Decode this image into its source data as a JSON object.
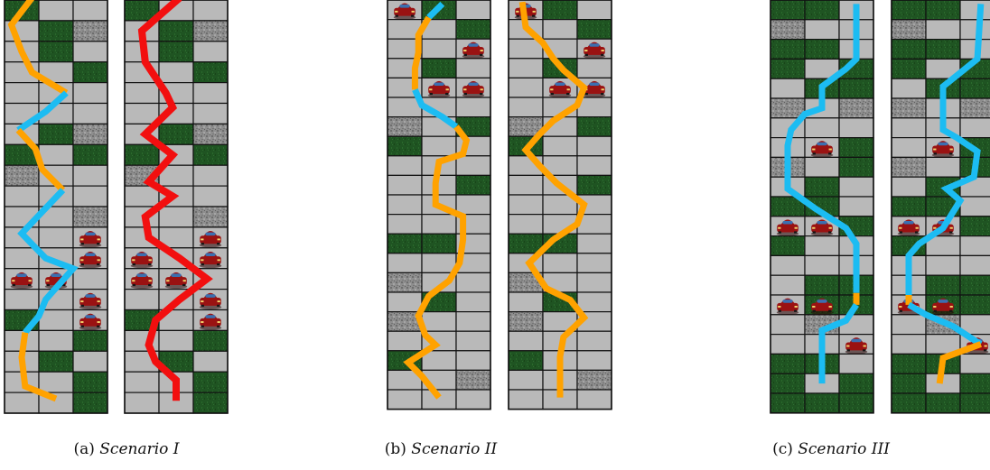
{
  "colors": {
    "road": "#b9b9b9",
    "grass": "#1e5220",
    "gravel": "#8a8a8a",
    "cell_border": "#111111",
    "path_orange": "#ffa200",
    "path_blue": "#1cbcf2",
    "path_red": "#f20f0f",
    "car_body": "#9a1212",
    "car_window": "#3b6fb0"
  },
  "cell_legend": {
    "R": "road",
    "G": "grass",
    "X": "gravel"
  },
  "panels": [
    {
      "rows": [
        "GRR",
        "RGX",
        "RGR",
        "RRG",
        "RRR",
        "RRR",
        "RGX",
        "GRG",
        "XRR",
        "RRR",
        "RRX",
        "RRR",
        "RRR",
        "RRR",
        "RRR",
        "GRR",
        "RRG",
        "RGR",
        "RRG",
        "RRG"
      ],
      "cars": [
        [
          11,
          2
        ],
        [
          12,
          2
        ],
        [
          13,
          0
        ],
        [
          13,
          1
        ],
        [
          14,
          2
        ],
        [
          15,
          2
        ]
      ],
      "paths": [
        {
          "color": "orange",
          "points": [
            [
              0.8,
              -0.1
            ],
            [
              0.2,
              1.2
            ],
            [
              0.5,
              2.5
            ],
            [
              0.8,
              3.5
            ],
            [
              1.8,
              4.5
            ]
          ]
        },
        {
          "color": "blue",
          "points": [
            [
              1.8,
              4.5
            ],
            [
              1.2,
              5.4
            ],
            [
              0.4,
              6.3
            ]
          ]
        },
        {
          "color": "orange",
          "points": [
            [
              0.4,
              6.3
            ],
            [
              0.9,
              7.2
            ],
            [
              1.1,
              8.2
            ],
            [
              1.7,
              9.2
            ]
          ]
        },
        {
          "color": "blue",
          "points": [
            [
              1.7,
              9.2
            ],
            [
              0.5,
              11.3
            ],
            [
              1.2,
              12.5
            ],
            [
              2.0,
              13.0
            ],
            [
              1.2,
              14.5
            ],
            [
              1.0,
              15.3
            ],
            [
              0.6,
              16.1
            ]
          ]
        },
        {
          "color": "orange",
          "points": [
            [
              0.6,
              16.1
            ],
            [
              0.5,
              17.3
            ],
            [
              0.6,
              18.7
            ],
            [
              1.5,
              19.3
            ]
          ]
        }
      ]
    },
    {
      "rows": [
        "GRR",
        "RGX",
        "RGR",
        "RRG",
        "RRR",
        "RRR",
        "RGX",
        "GRG",
        "XRR",
        "RRR",
        "RRX",
        "RRR",
        "RRR",
        "RRR",
        "RRR",
        "GRR",
        "RRG",
        "RGR",
        "RRG",
        "RRG"
      ],
      "cars": [
        [
          11,
          2
        ],
        [
          12,
          0
        ],
        [
          12,
          2
        ],
        [
          13,
          0
        ],
        [
          13,
          1
        ],
        [
          14,
          2
        ],
        [
          15,
          2
        ]
      ],
      "paths": [
        {
          "color": "red",
          "points": [
            [
              1.6,
              -0.1
            ],
            [
              0.5,
              1.5
            ],
            [
              0.6,
              3.0
            ],
            [
              1.2,
              4.5
            ],
            [
              1.4,
              5.2
            ],
            [
              0.6,
              6.5
            ],
            [
              1.4,
              7.5
            ],
            [
              0.7,
              8.8
            ],
            [
              1.4,
              9.5
            ],
            [
              0.6,
              10.5
            ],
            [
              0.7,
              11.5
            ],
            [
              1.6,
              12.5
            ],
            [
              2.4,
              13.5
            ],
            [
              1.6,
              14.5
            ],
            [
              0.9,
              15.5
            ],
            [
              0.7,
              16.7
            ],
            [
              0.9,
              17.5
            ],
            [
              1.5,
              18.4
            ],
            [
              1.5,
              19.4
            ]
          ]
        }
      ]
    },
    {
      "rows": [
        "RGR",
        "RRG",
        "RRR",
        "RGR",
        "RRR",
        "RRR",
        "XRG",
        "GRR",
        "RRR",
        "RRG",
        "RRR",
        "RRR",
        "GGR",
        "RRR",
        "XRR",
        "RGR",
        "XRR",
        "RRR",
        "GRR",
        "RRX",
        "RRR"
      ],
      "cars": [
        [
          0,
          0
        ],
        [
          2,
          2
        ],
        [
          4,
          1
        ],
        [
          4,
          2
        ]
      ],
      "paths": [
        {
          "color": "blue",
          "points": [
            [
              1.6,
              0.2
            ],
            [
              1.2,
              0.9
            ]
          ]
        },
        {
          "color": "orange",
          "points": [
            [
              1.2,
              0.9
            ],
            [
              0.9,
              1.8
            ],
            [
              0.9,
              2.7
            ],
            [
              0.8,
              3.5
            ],
            [
              0.8,
              4.6
            ]
          ]
        },
        {
          "color": "blue",
          "points": [
            [
              0.8,
              4.6
            ],
            [
              1.0,
              5.4
            ],
            [
              1.6,
              6.0
            ],
            [
              2.0,
              6.5
            ]
          ]
        },
        {
          "color": "orange",
          "points": [
            [
              2.0,
              6.5
            ],
            [
              2.3,
              7.2
            ],
            [
              2.2,
              7.9
            ],
            [
              1.5,
              8.3
            ],
            [
              1.4,
              9.4
            ],
            [
              1.4,
              10.5
            ],
            [
              2.2,
              11.1
            ],
            [
              2.2,
              12.3
            ],
            [
              2.1,
              13.5
            ],
            [
              1.8,
              14.4
            ],
            [
              1.2,
              15.2
            ],
            [
              0.9,
              16.2
            ],
            [
              1.1,
              17.2
            ],
            [
              1.4,
              17.7
            ],
            [
              0.6,
              18.6
            ],
            [
              1.0,
              19.3
            ],
            [
              1.5,
              20.4
            ]
          ]
        }
      ]
    },
    {
      "rows": [
        "RGR",
        "RRG",
        "RRR",
        "RGR",
        "RRR",
        "RRR",
        "XRG",
        "GRR",
        "RRR",
        "RRG",
        "RRR",
        "RRR",
        "GGR",
        "RRR",
        "XRR",
        "RGR",
        "XRR",
        "RRR",
        "GRR",
        "RRX",
        "RRR"
      ],
      "cars": [
        [
          0,
          0
        ],
        [
          2,
          2
        ],
        [
          4,
          1
        ],
        [
          4,
          2
        ]
      ],
      "paths": [
        {
          "color": "orange",
          "points": [
            [
              0.4,
              0.1
            ],
            [
              0.5,
              1.4
            ],
            [
              1.0,
              2.2
            ],
            [
              1.3,
              3.0
            ],
            [
              1.6,
              3.6
            ],
            [
              2.2,
              4.5
            ],
            [
              2.0,
              5.4
            ],
            [
              1.3,
              6.2
            ],
            [
              0.9,
              6.9
            ],
            [
              0.5,
              7.7
            ],
            [
              0.9,
              8.5
            ],
            [
              1.4,
              9.4
            ],
            [
              2.2,
              10.5
            ],
            [
              2.0,
              11.5
            ],
            [
              1.3,
              12.3
            ],
            [
              0.6,
              13.5
            ],
            [
              1.1,
              14.8
            ],
            [
              1.8,
              15.4
            ],
            [
              2.2,
              16.3
            ],
            [
              1.6,
              17.3
            ],
            [
              1.5,
              18.3
            ],
            [
              1.5,
              20.4
            ]
          ]
        }
      ]
    },
    {
      "rows": [
        "GGR",
        "XRR",
        "GGR",
        "GRG",
        "RGG",
        "XRX",
        "RRR",
        "RRG",
        "XRG",
        "RGR",
        "GGR",
        "RRG",
        "GRR",
        "RRR",
        "RGG",
        "RGG",
        "RXR",
        "RRR",
        "GGR",
        "GRG",
        "GGG"
      ],
      "cars": [
        [
          7,
          1
        ],
        [
          11,
          0
        ],
        [
          11,
          1
        ],
        [
          15,
          0
        ],
        [
          15,
          1
        ],
        [
          17,
          2
        ]
      ],
      "paths": [
        {
          "color": "blue",
          "points": [
            [
              2.5,
              0.2
            ],
            [
              2.5,
              3.0
            ],
            [
              2.2,
              3.5
            ],
            [
              1.5,
              4.4
            ],
            [
              1.5,
              5.5
            ],
            [
              1.0,
              5.8
            ],
            [
              0.6,
              6.6
            ],
            [
              0.5,
              7.4
            ],
            [
              0.5,
              9.6
            ],
            [
              1.3,
              10.6
            ],
            [
              2.2,
              11.6
            ],
            [
              2.5,
              12.4
            ],
            [
              2.5,
              14.9
            ]
          ]
        },
        {
          "color": "orange",
          "points": [
            [
              2.5,
              14.9
            ],
            [
              2.5,
              15.5
            ]
          ]
        },
        {
          "color": "blue",
          "points": [
            [
              2.5,
              15.5
            ],
            [
              2.2,
              16.3
            ],
            [
              1.5,
              16.8
            ],
            [
              1.5,
              19.5
            ]
          ]
        }
      ]
    },
    {
      "rows": [
        "GGR",
        "XRR",
        "GGR",
        "GRG",
        "RGG",
        "XRX",
        "RRR",
        "RRG",
        "XRG",
        "RGR",
        "GGR",
        "RRG",
        "GRR",
        "RRR",
        "RGG",
        "RGG",
        "RXR",
        "RRR",
        "GGR",
        "GRG",
        "GGG"
      ],
      "cars": [
        [
          7,
          1
        ],
        [
          11,
          0
        ],
        [
          11,
          1
        ],
        [
          15,
          0
        ],
        [
          15,
          1
        ],
        [
          17,
          2
        ]
      ],
      "paths": [
        {
          "color": "blue",
          "points": [
            [
              2.6,
              0.2
            ],
            [
              2.5,
              3.0
            ],
            [
              2.0,
              3.7
            ],
            [
              1.5,
              4.4
            ],
            [
              1.5,
              6.6
            ],
            [
              1.9,
              7.0
            ],
            [
              2.5,
              7.7
            ],
            [
              2.4,
              9.0
            ],
            [
              1.6,
              9.6
            ],
            [
              2.0,
              10.2
            ],
            [
              1.5,
              11.6
            ],
            [
              0.8,
              12.4
            ],
            [
              0.5,
              13.0
            ],
            [
              0.5,
              15.0
            ]
          ]
        },
        {
          "color": "orange",
          "points": [
            [
              0.5,
              15.0
            ],
            [
              0.5,
              15.5
            ]
          ]
        },
        {
          "color": "blue",
          "points": [
            [
              0.5,
              15.5
            ],
            [
              1.0,
              16.0
            ],
            [
              1.8,
              16.6
            ],
            [
              2.5,
              17.4
            ],
            [
              2.6,
              17.5
            ]
          ]
        },
        {
          "color": "orange",
          "points": [
            [
              2.6,
              17.5
            ],
            [
              1.5,
              18.2
            ],
            [
              1.4,
              19.5
            ]
          ]
        }
      ]
    }
  ],
  "captions": [
    {
      "label": "(a)",
      "name": "Scenario I"
    },
    {
      "label": "(b)",
      "name": "Scenario II"
    },
    {
      "label": "(c)",
      "name": "Scenario III"
    }
  ]
}
